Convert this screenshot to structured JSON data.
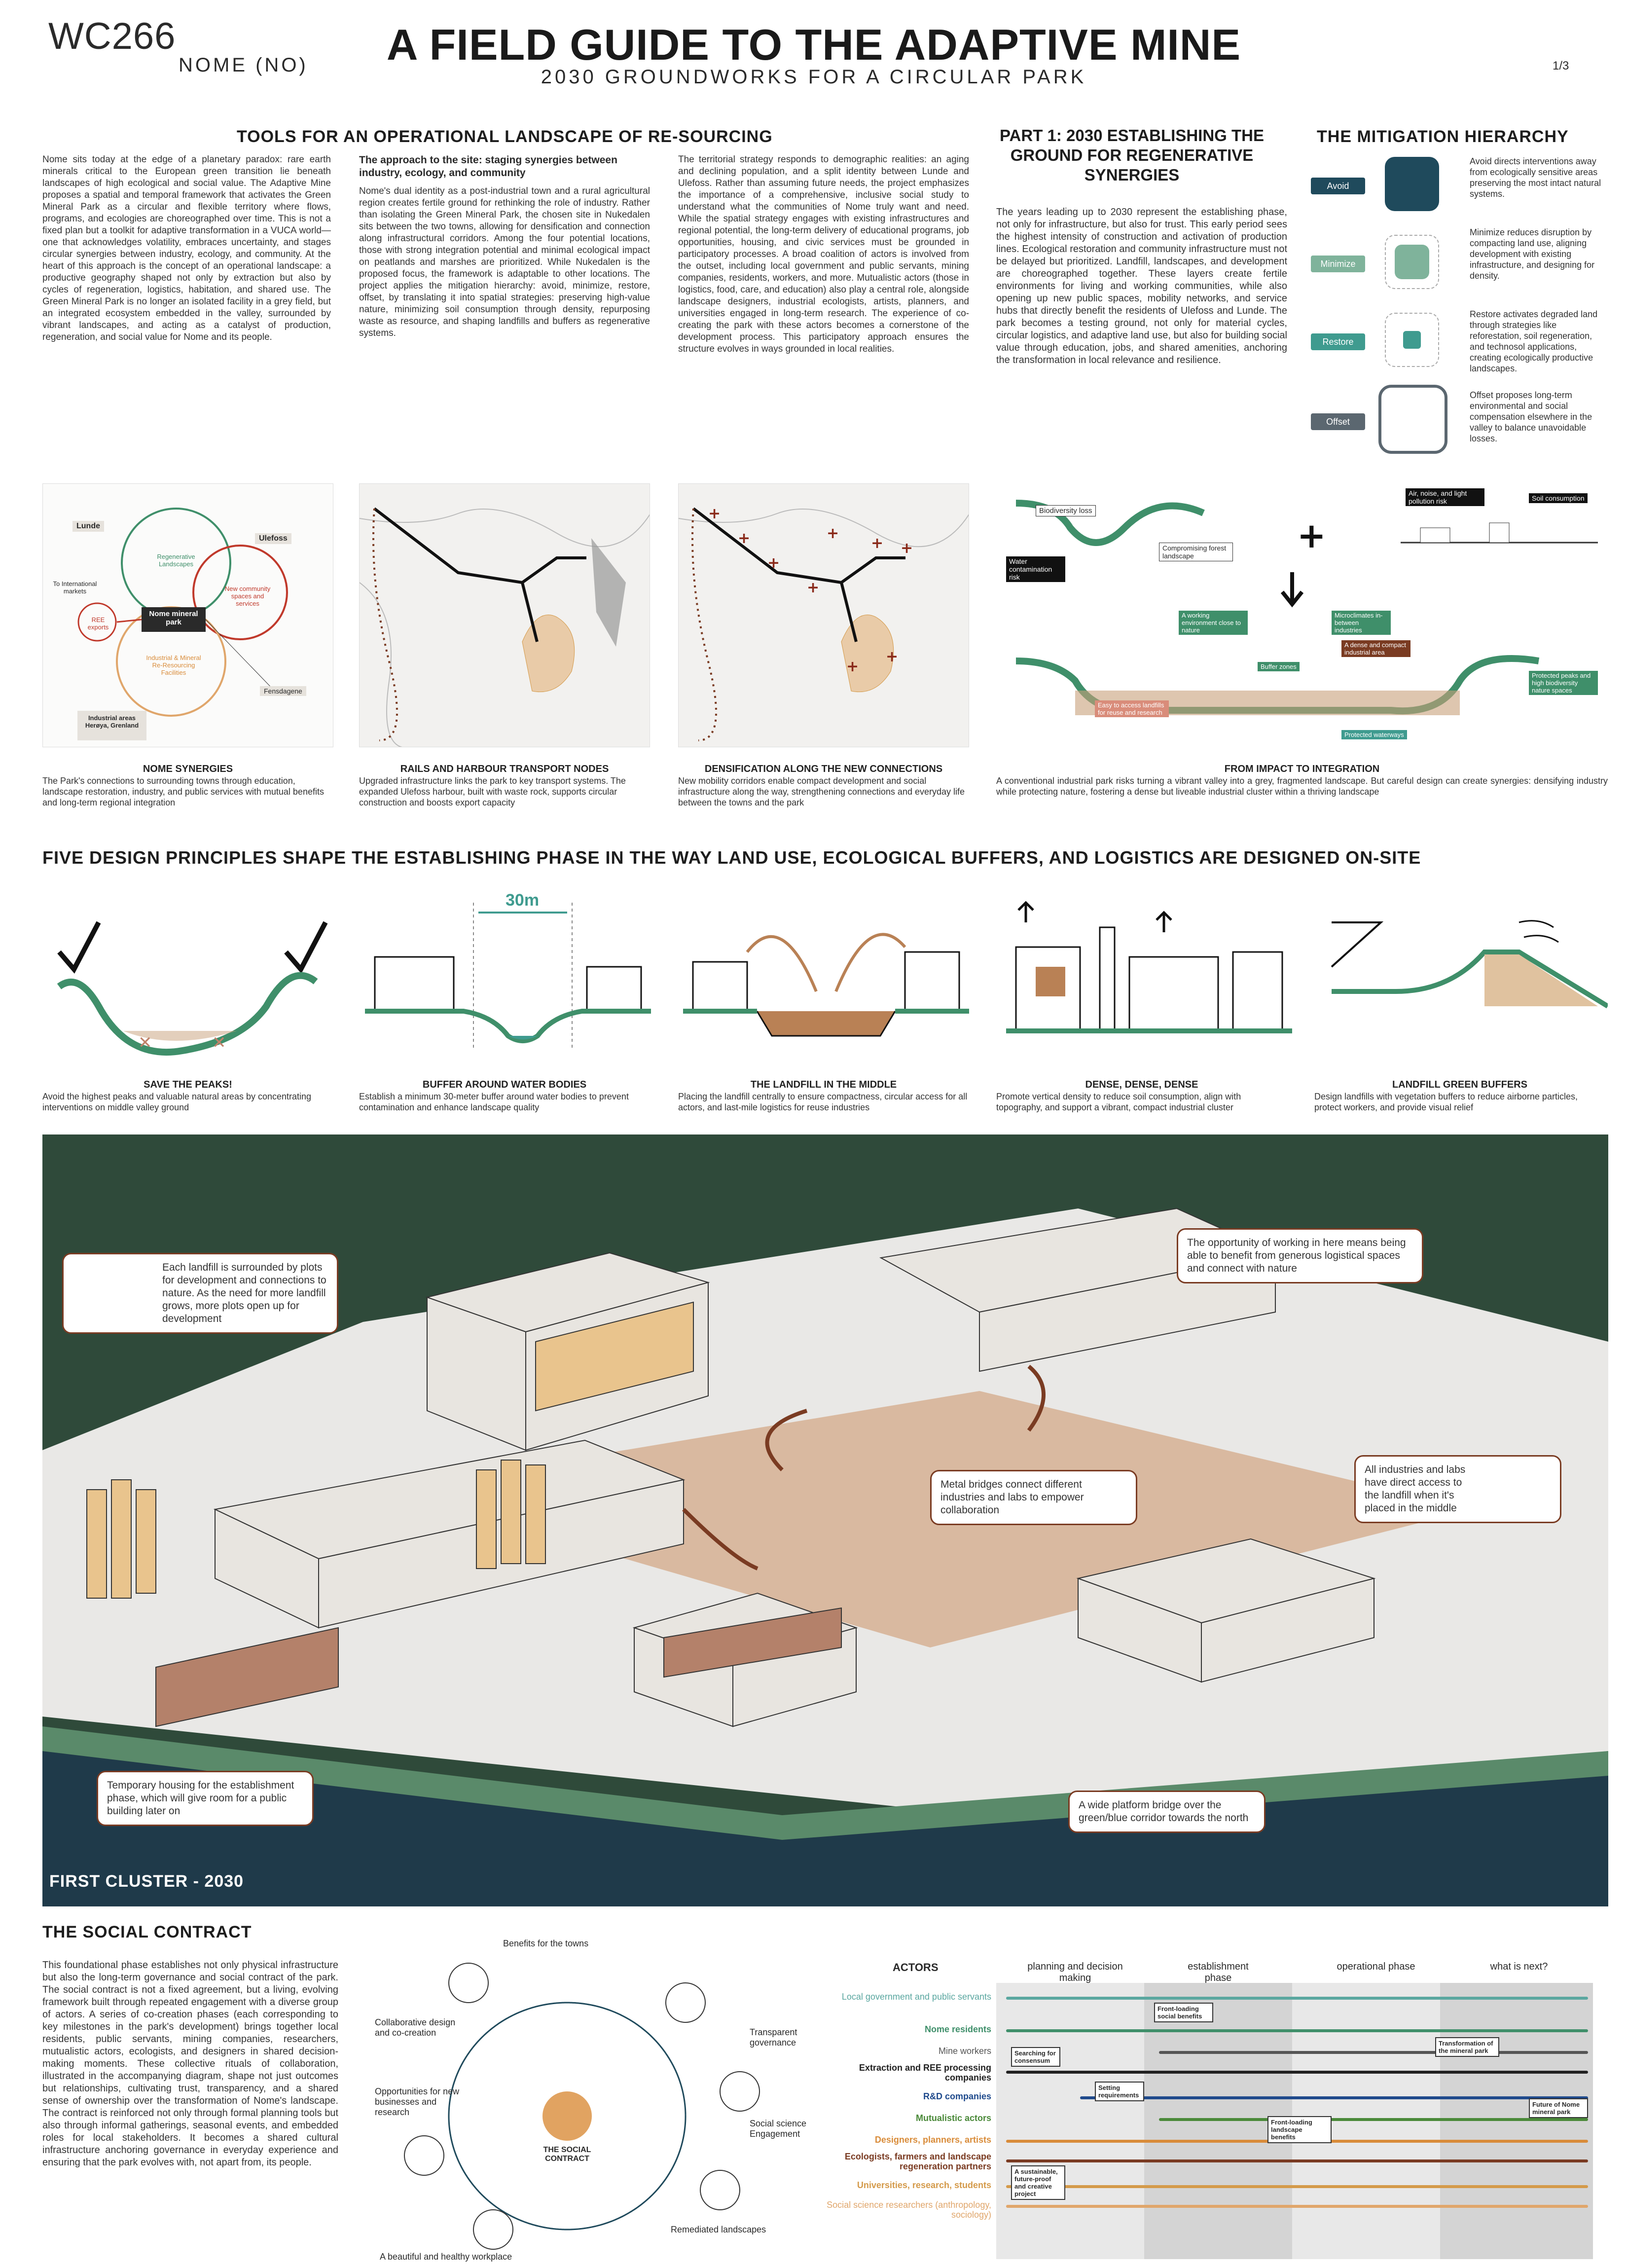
{
  "header": {
    "code": "WC266",
    "location": "NOME (NO)",
    "title": "A FIELD GUIDE TO THE ADAPTIVE MINE",
    "subtitle": "2030 GROUNDWORKS FOR A CIRCULAR PARK",
    "page": "1/3"
  },
  "tools": {
    "heading": "TOOLS FOR AN OPERATIONAL LANDSCAPE OF RE-SOURCING",
    "col1": "Nome sits today at the edge of a planetary paradox: rare earth minerals critical to the European green transition lie beneath landscapes of high ecological and social value. The Adaptive Mine proposes a spatial and temporal framework that activates the Green Mineral Park as a circular and flexible territory where flows, programs, and ecologies are choreographed over time. This is not a fixed plan but a toolkit for adaptive transformation in a VUCA world—one that acknowledges volatility, embraces uncertainty, and stages circular synergies between industry, ecology, and community. At the heart of this approach is the concept of an operational landscape: a productive geography shaped not only by extraction but also by cycles of regeneration, logistics, habitation, and shared use. The Green Mineral Park is no longer an isolated facility in a grey field, but an integrated ecosystem embedded in the valley, surrounded by vibrant landscapes, and acting as a catalyst of production, regeneration, and social value for Nome and its people.",
    "col2_heading": "The approach to the site: staging synergies between industry, ecology, and community",
    "col2": "Nome's dual identity as a post-industrial town and a rural agricultural region creates fertile ground for rethinking the role of industry. Rather than isolating the Green Mineral Park, the chosen site in Nukedalen sits between the two towns, allowing for densification and connection along infrastructural corridors. Among the four potential locations, those with strong integration potential and minimal ecological impact on peatlands and marshes are prioritized. While Nukedalen is the proposed focus, the framework is adaptable to other locations. The project applies the mitigation hierarchy: avoid, minimize, restore, offset, by translating it into spatial strategies: preserving high-value nature, minimizing soil consumption through density, repurposing waste as resource, and shaping landfills and buffers as regenerative systems.",
    "col3": "The territorial strategy responds to demographic realities: an aging and declining population, and a split identity between Lunde and Ulefoss. Rather than assuming future needs, the project emphasizes the importance of a comprehensive, inclusive social study to understand what the communities of Nome truly want and need. While the spatial strategy engages with existing infrastructures and regional potential, the long-term delivery of educational programs, job opportunities, housing, and civic services must be grounded in participatory processes. A broad coalition of actors is involved from the outset, including local government and public servants, mining companies, residents, workers, and more. Mutualistic actors (those in logistics, food, care, and education) also play a central role, alongside landscape designers, industrial ecologists, artists, planners, and universities engaged in long-term research. The experience of co-creating the park with these actors becomes a cornerstone of the development process. This participatory approach ensures the structure evolves in ways grounded in local realities."
  },
  "part1": {
    "heading": "PART 1: 2030 ESTABLISHING THE GROUND FOR REGENERATIVE SYNERGIES",
    "text": "The years leading up to 2030 represent the establishing phase, not only for infrastructure, but also for trust. This early period sees the highest intensity of construction and activation of production lines. Ecological restoration and community infrastructure must not be delayed but prioritized. Landfill, landscapes, and development are choreographed together. These layers create fertile environments for living and working communities, while also opening up new public spaces, mobility networks, and service hubs that directly benefit the residents of Ulefoss and Lunde. The park becomes a testing ground, not only for material cycles, circular logistics, and adaptive land use, but also for building social value through education, jobs, and shared amenities, anchoring the transformation in local relevance and resilience."
  },
  "mitigation": {
    "heading": "THE MITIGATION HIERARCHY",
    "items": [
      {
        "label": "Avoid",
        "color": "#1f4a5c",
        "text": "Avoid directs interventions away from ecologically sensitive areas preserving the most intact natural systems."
      },
      {
        "label": "Minimize",
        "color": "#7fb39b",
        "text": "Minimize reduces disruption by compacting land use, aligning development with existing infrastructure, and designing for density."
      },
      {
        "label": "Restore",
        "color": "#3f9b8f",
        "text": "Restore activates degraded land through strategies like reforestation, soil regeneration, and technosol applications, creating ecologically productive landscapes."
      },
      {
        "label": "Offset",
        "color": "#5b6770",
        "text": "Offset proposes long-term environmental and social compensation elsewhere in the valley to balance unavoidable losses."
      }
    ]
  },
  "impact": {
    "labels": [
      "Biodiversity loss",
      "Water contamination risk",
      "Compromising forest landscape",
      "Air, noise, and light pollution risk",
      "Soil consumption",
      "A working environment close to nature",
      "Microclimates in-between industries",
      "A dense and compact industrial area",
      "Buffer zones",
      "Easy to access landfills for reuse and research",
      "Protected peaks and high biodiversity nature spaces",
      "Protected waterways"
    ],
    "caption_h": "FROM IMPACT TO INTEGRATION",
    "caption": "A conventional industrial park risks turning a vibrant valley into a grey, fragmented landscape. But careful design can create synergies: densifying industry while protecting nature, fostering a dense but liveable industrial cluster within a thriving landscape"
  },
  "maps": [
    {
      "title": "NOME SYNERGIES",
      "text": "The Park's connections to surrounding towns through education, landscape restoration, industry, and public services with mutual benefits and long-term regional integration"
    },
    {
      "title": "RAILS AND HARBOUR TRANSPORT NODES",
      "text": "Upgraded infrastructure links the park to key transport systems. The expanded Ulefoss harbour, built with waste rock, supports circular construction and boosts export capacity"
    },
    {
      "title": "DENSIFICATION ALONG THE NEW CONNECTIONS",
      "text": "New mobility corridors enable compact development and social infrastructure along the way, strengthening connections and everyday life between the towns and the park"
    }
  ],
  "synergy_labels": [
    "Lunde",
    "Ulefoss",
    "Nome mineral park",
    "REE exports",
    "Regenerative Landscapes",
    "New community spaces and services",
    "Industrial & Mineral Re-Resourcing Facilities",
    "Fensdagene",
    "To International markets",
    "Industrial areas Herøya, Grenland"
  ],
  "principles": {
    "heading": "FIVE DESIGN PRINCIPLES SHAPE THE ESTABLISHING PHASE IN THE WAY LAND USE, ECOLOGICAL BUFFERS, AND LOGISTICS ARE DESIGNED ON-SITE",
    "items": [
      {
        "title": "SAVE THE PEAKS!",
        "text": "Avoid the highest peaks and valuable natural areas by concentrating interventions on middle valley ground"
      },
      {
        "title": "BUFFER AROUND WATER BODIES",
        "text": "Establish a minimum 30-meter buffer around water bodies to prevent contamination and enhance landscape quality"
      },
      {
        "title": "THE LANDFILL IN THE MIDDLE",
        "text": "Placing the landfill centrally to ensure compactness, circular access for all actors, and last-mile logistics for reuse industries"
      },
      {
        "title": "DENSE, DENSE, DENSE",
        "text": "Promote vertical density to reduce soil consumption, align with topography, and support a vibrant, compact industrial cluster"
      },
      {
        "title": "LANDFILL GREEN BUFFERS",
        "text": "Design landfills with vegetation buffers to reduce airborne particles, protect workers, and provide visual relief"
      }
    ],
    "buffer_label": "30m"
  },
  "axo": {
    "bubble1": "Each landfill is surrounded by plots for development and connections to nature. As the need for more landfill grows, more plots open up for development",
    "bubble2": "The opportunity of working in here means being able to benefit from generous logistical spaces and connect with nature",
    "bubble3": "Metal bridges connect different industries and labs to empower collaboration",
    "bubble4": "All industries and labs have direct access to the landfill when it's placed in the middle",
    "bubble5": "Temporary housing for the establishment phase, which will give room for a public building later on",
    "bubble6": "A wide platform bridge over the green/blue corridor towards the north",
    "label": "FIRST CLUSTER - 2030"
  },
  "social": {
    "heading": "THE SOCIAL CONTRACT",
    "text": "This foundational phase establishes not only physical infrastructure but also the long-term governance and social contract of the park. The social contract is not a fixed agreement, but a living, evolving framework built through repeated engagement with a diverse group of actors. A series of co-creation phases (each corresponding to key milestones in the park's development) brings together local residents, public servants, mining companies, researchers, mutualistic actors, ecologists, and designers in shared decision-making moments. These collective rituals of collaboration, illustrated in the accompanying diagram, shape not just outcomes but relationships, cultivating trust, transparency, and a shared sense of ownership over the transformation of Nome's landscape. The contract is reinforced not only through formal planning tools but also through informal gatherings, seasonal events, and embedded roles for local stakeholders. It becomes a shared cultural infrastructure anchoring governance in everyday experience and ensuring that the park evolves with, not apart from, its people.",
    "cycle": [
      "Benefits for the towns",
      "Transparent governance",
      "Social science Engagement",
      "Remediated landscapes",
      "A beautiful and healthy workplace",
      "Opportunities for new businesses and research",
      "Collaborative design and co-creation",
      "THE SOCIAL CONTRACT"
    ]
  },
  "timeline": {
    "actors_heading": "ACTORS",
    "phases": [
      "planning and decision making",
      "establishment phase",
      "operational phase",
      "what is next?"
    ],
    "actors": [
      {
        "name": "Local government and public servants",
        "color": "#5aa7a0"
      },
      {
        "name": "Nome residents",
        "color": "#3f8f6a"
      },
      {
        "name": "Mine workers",
        "color": "#555555"
      },
      {
        "name": "Extraction and REE processing companies",
        "color": "#222222"
      },
      {
        "name": "R&D companies",
        "color": "#1f4a8c"
      },
      {
        "name": "Mutualistic actors",
        "color": "#4b8a3a"
      },
      {
        "name": "Designers, planners, artists",
        "color": "#d98c3a"
      },
      {
        "name": "Ecologists, farmers and landscape regeneration partners",
        "color": "#7a3b22"
      },
      {
        "name": "Universities, research, students",
        "color": "#d49a4a"
      },
      {
        "name": "Social science researchers (anthropology, sociology)",
        "color": "#e0a66b"
      }
    ],
    "notes": [
      "Front-loading social benefits",
      "Searching for consensum",
      "Transformation of the mineral park",
      "Setting requirements",
      "Future of Nome mineral park",
      "Front-loading landscape benefits",
      "A sustainable, future-proof and creative project"
    ]
  }
}
